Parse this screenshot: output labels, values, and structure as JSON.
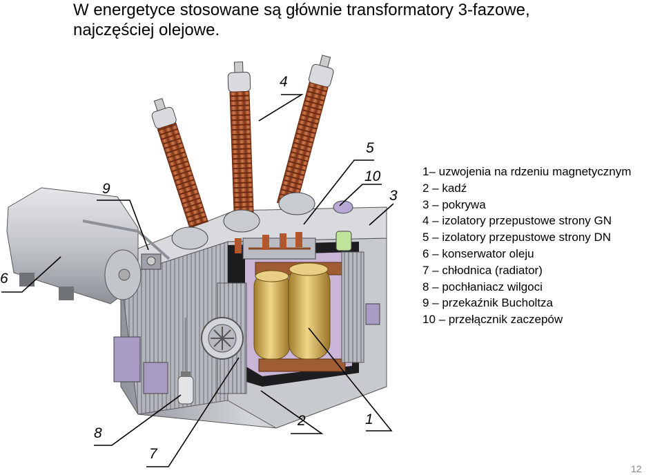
{
  "title": {
    "line1": "W energetyce stosowane są głównie transformatory 3-fazowe,",
    "line2": "najczęściej olejowe."
  },
  "legend": [
    "1– uzwojenia na rdzeniu magnetycznym",
    "2 – kadź",
    "3 – pokrywa",
    "4 – izolatory przepustowe strony GN",
    "5 – izolatory przepustowe strony DN",
    "6 – konserwator oleju",
    "7 – chłodnica (radiator)",
    "8 – pochłaniacz wilgoci",
    "9 – przekaźnik Bucholtza",
    "10 – przełącznik zaczepów"
  ],
  "labels": {
    "n1": "1",
    "n2": "2",
    "n3": "3",
    "n4": "4",
    "n5": "5",
    "n6": "6",
    "n7": "7",
    "n8": "8",
    "n9": "9",
    "n10": "10"
  },
  "page_number": "12",
  "colors": {
    "tank": "#b9bcc2",
    "insulator": "#b3562d",
    "winding": "#d9b25a",
    "core": "#a05c33",
    "accessory": "#a89bc4"
  }
}
